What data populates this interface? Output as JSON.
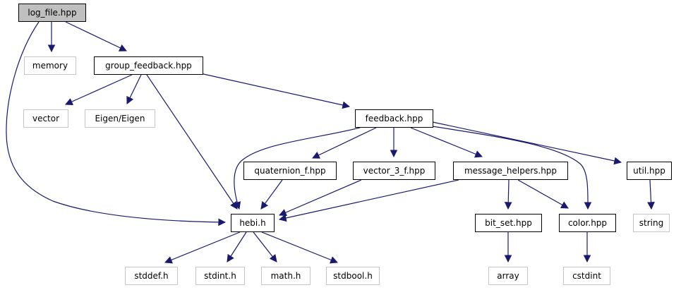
{
  "diagram": {
    "title": "log_file.hpp include dependency graph",
    "type": "include-dependency-graph",
    "root": "log_file.hpp",
    "colors": {
      "background": "#ffffff",
      "edge": "#191970",
      "root_fill": "#bfbfbf",
      "internal_border": "#000000",
      "external_border": "#c6c6c6",
      "text": "#000000"
    },
    "nodes": {
      "log_file": {
        "label": "log_file.hpp",
        "kind": "root"
      },
      "memory": {
        "label": "memory",
        "kind": "external"
      },
      "group_feedback": {
        "label": "group_feedback.hpp",
        "kind": "internal"
      },
      "vector": {
        "label": "vector",
        "kind": "external"
      },
      "eigen": {
        "label": "Eigen/Eigen",
        "kind": "external"
      },
      "feedback": {
        "label": "feedback.hpp",
        "kind": "internal"
      },
      "quaternion_f": {
        "label": "quaternion_f.hpp",
        "kind": "internal"
      },
      "vector_3_f": {
        "label": "vector_3_f.hpp",
        "kind": "internal"
      },
      "message_helpers": {
        "label": "message_helpers.hpp",
        "kind": "internal"
      },
      "util": {
        "label": "util.hpp",
        "kind": "internal"
      },
      "hebi": {
        "label": "hebi.h",
        "kind": "internal"
      },
      "bit_set": {
        "label": "bit_set.hpp",
        "kind": "internal"
      },
      "color": {
        "label": "color.hpp",
        "kind": "internal"
      },
      "string": {
        "label": "string",
        "kind": "external"
      },
      "stddef": {
        "label": "stddef.h",
        "kind": "external"
      },
      "stdint": {
        "label": "stdint.h",
        "kind": "external"
      },
      "math": {
        "label": "math.h",
        "kind": "external"
      },
      "stdbool": {
        "label": "stdbool.h",
        "kind": "external"
      },
      "array": {
        "label": "array",
        "kind": "external"
      },
      "cstdint": {
        "label": "cstdint",
        "kind": "external"
      }
    },
    "edges": [
      {
        "from": "log_file.hpp",
        "to": "memory"
      },
      {
        "from": "log_file.hpp",
        "to": "group_feedback.hpp"
      },
      {
        "from": "log_file.hpp",
        "to": "hebi.h"
      },
      {
        "from": "group_feedback.hpp",
        "to": "vector"
      },
      {
        "from": "group_feedback.hpp",
        "to": "Eigen/Eigen"
      },
      {
        "from": "group_feedback.hpp",
        "to": "feedback.hpp"
      },
      {
        "from": "group_feedback.hpp",
        "to": "hebi.h"
      },
      {
        "from": "feedback.hpp",
        "to": "quaternion_f.hpp"
      },
      {
        "from": "feedback.hpp",
        "to": "vector_3_f.hpp"
      },
      {
        "from": "feedback.hpp",
        "to": "message_helpers.hpp"
      },
      {
        "from": "feedback.hpp",
        "to": "util.hpp"
      },
      {
        "from": "feedback.hpp",
        "to": "color.hpp"
      },
      {
        "from": "feedback.hpp",
        "to": "hebi.h"
      },
      {
        "from": "quaternion_f.hpp",
        "to": "hebi.h"
      },
      {
        "from": "vector_3_f.hpp",
        "to": "hebi.h"
      },
      {
        "from": "message_helpers.hpp",
        "to": "hebi.h"
      },
      {
        "from": "message_helpers.hpp",
        "to": "bit_set.hpp"
      },
      {
        "from": "message_helpers.hpp",
        "to": "color.hpp"
      },
      {
        "from": "util.hpp",
        "to": "string"
      },
      {
        "from": "hebi.h",
        "to": "stddef.h"
      },
      {
        "from": "hebi.h",
        "to": "stdint.h"
      },
      {
        "from": "hebi.h",
        "to": "math.h"
      },
      {
        "from": "hebi.h",
        "to": "stdbool.h"
      },
      {
        "from": "bit_set.hpp",
        "to": "array"
      },
      {
        "from": "color.hpp",
        "to": "cstdint"
      }
    ]
  }
}
